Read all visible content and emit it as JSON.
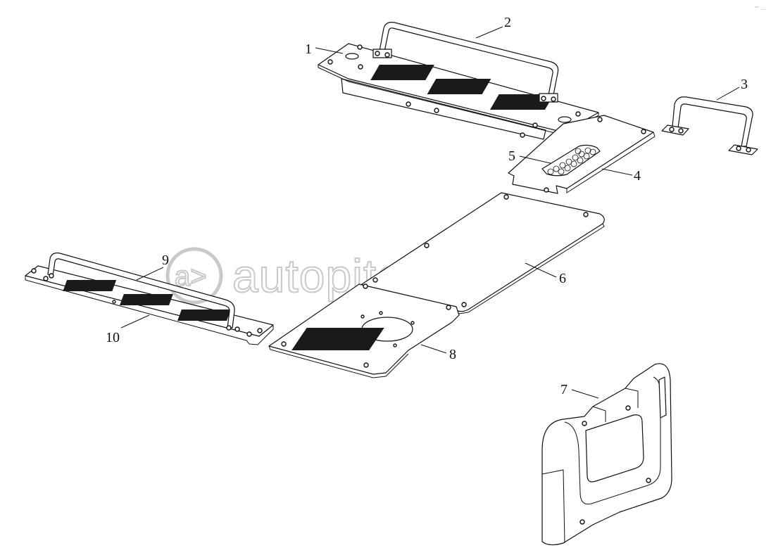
{
  "watermark": {
    "text": "autopiter.ru",
    "logo_text": "a>"
  },
  "corner_mark": "°° ....",
  "callouts": [
    {
      "id": "1",
      "label": "1"
    },
    {
      "id": "2",
      "label": "2"
    },
    {
      "id": "3",
      "label": "3"
    },
    {
      "id": "4",
      "label": "4"
    },
    {
      "id": "5",
      "label": "5"
    },
    {
      "id": "6",
      "label": "6"
    },
    {
      "id": "7",
      "label": "7"
    },
    {
      "id": "8",
      "label": "8"
    },
    {
      "id": "9",
      "label": "9"
    },
    {
      "id": "10",
      "label": "10"
    }
  ]
}
